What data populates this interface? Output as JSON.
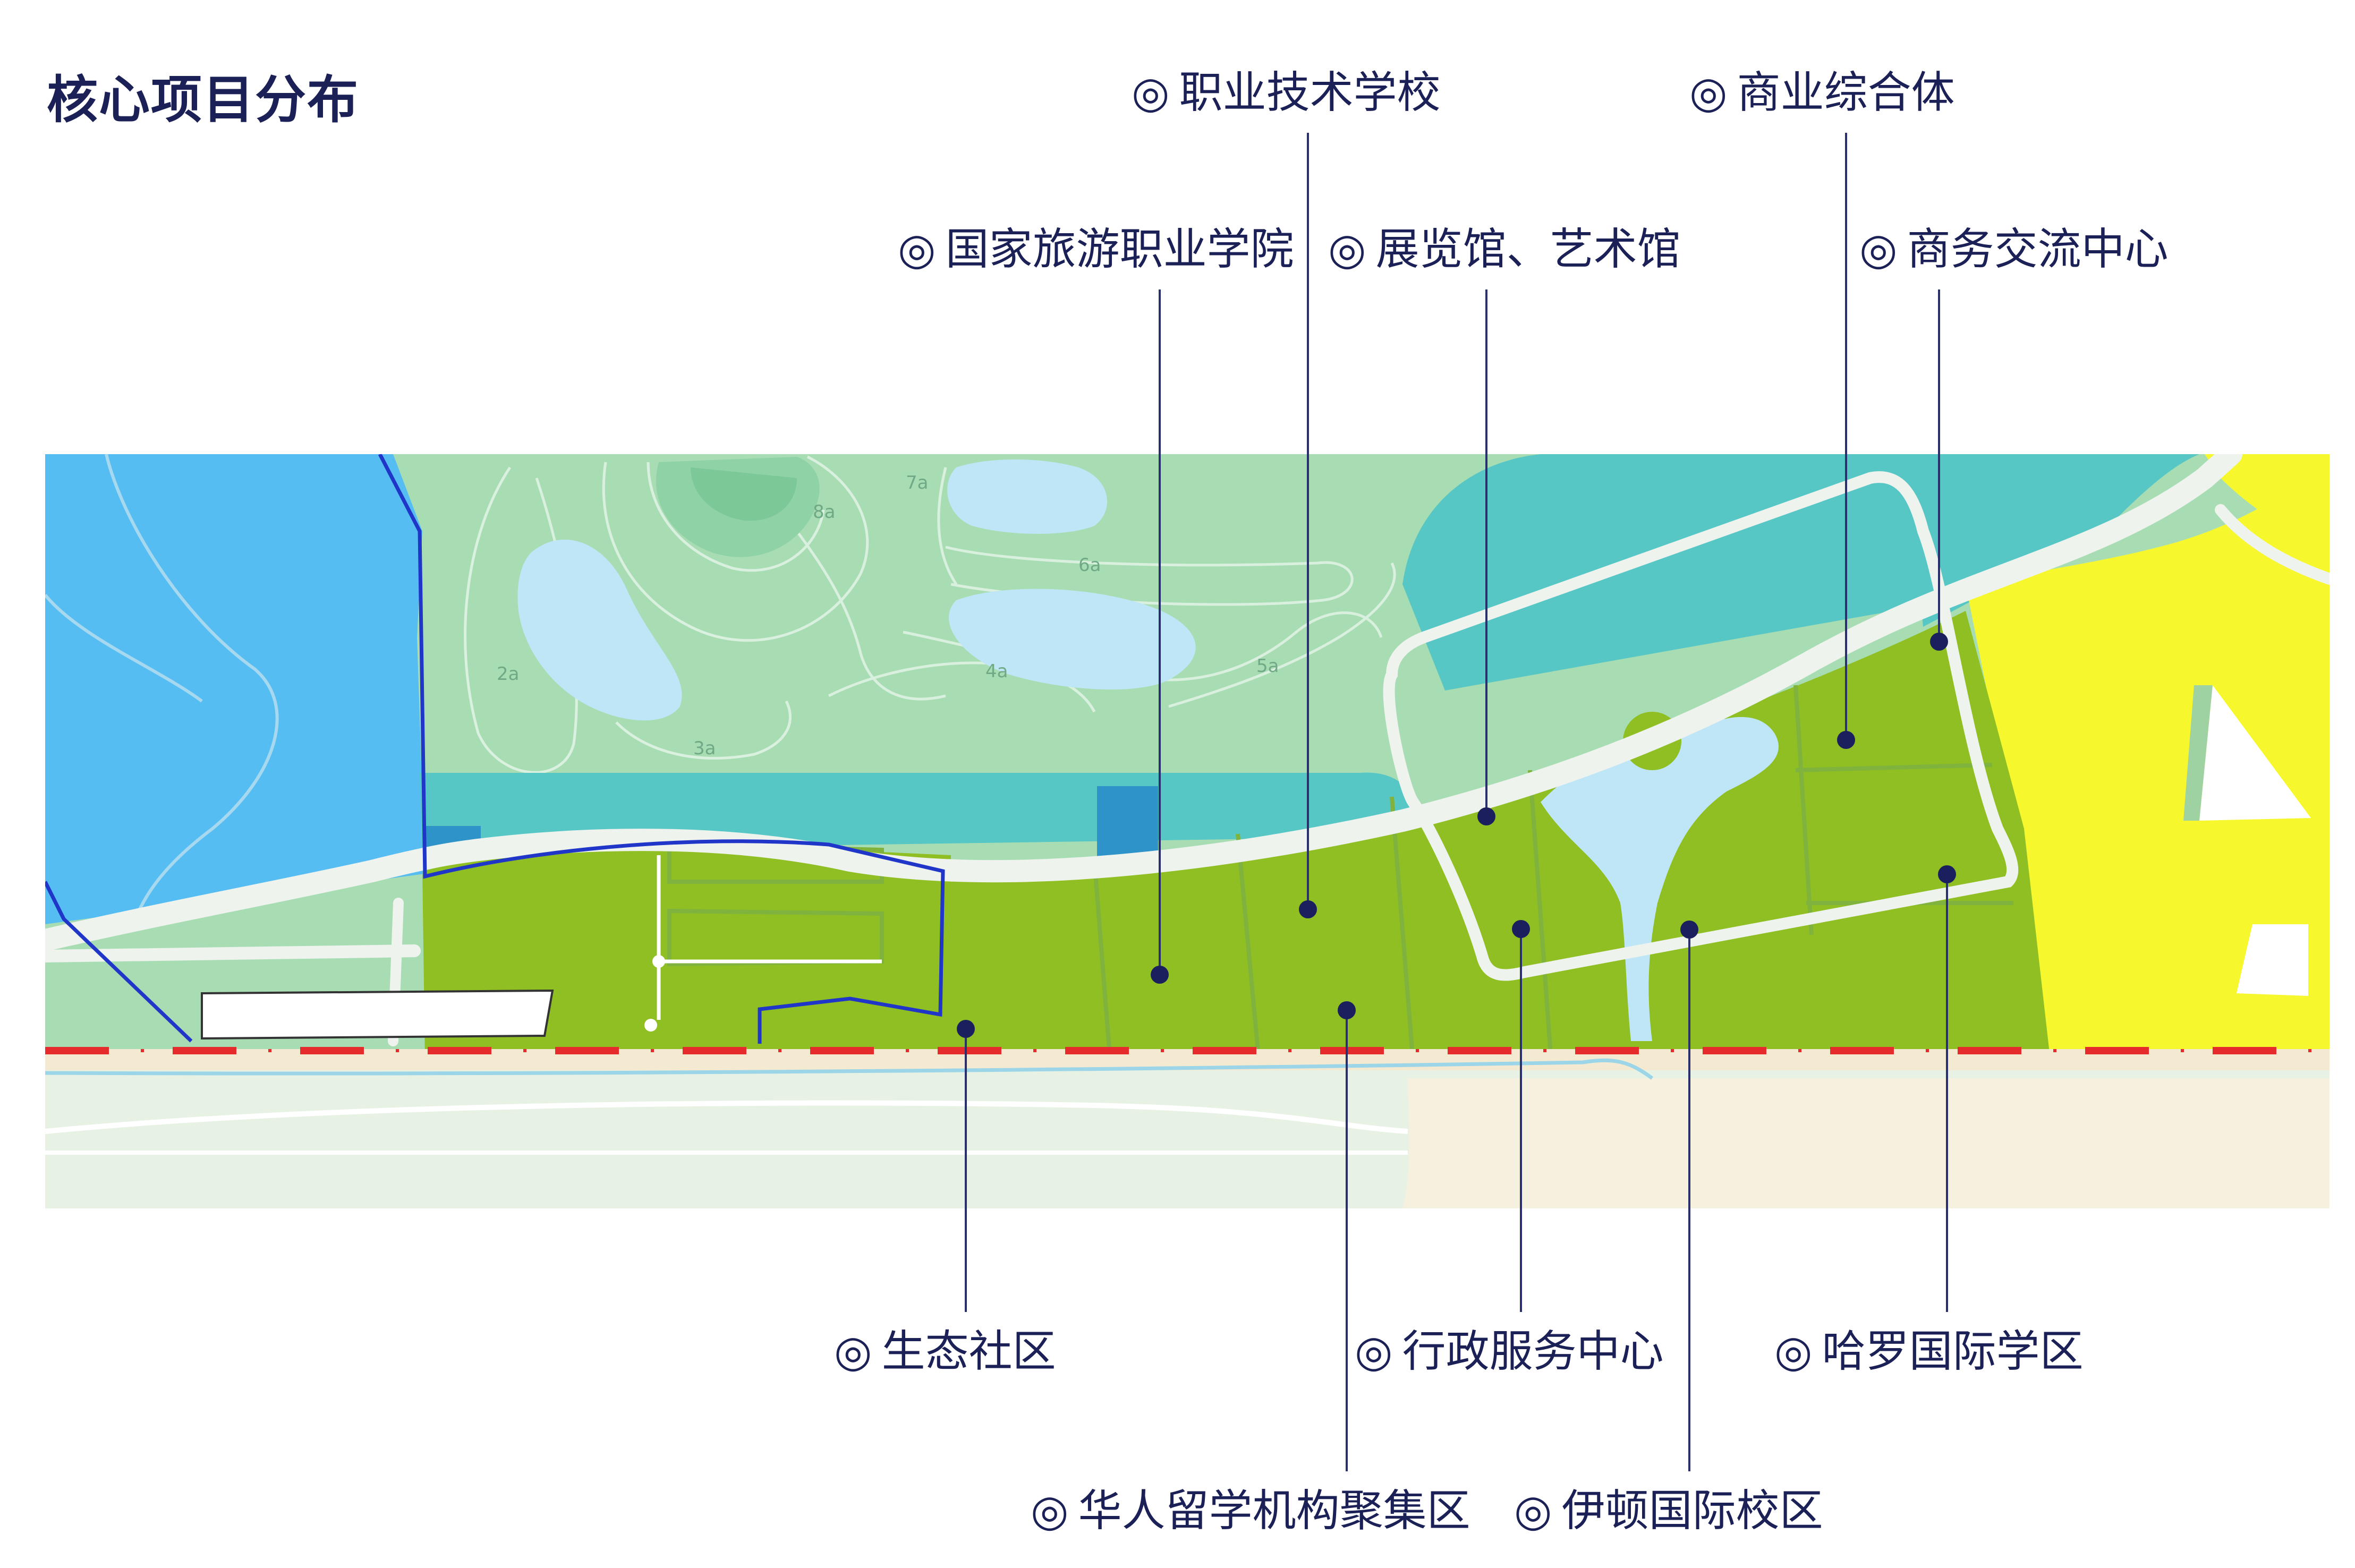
{
  "title": "核心项目分布",
  "marker_glyph": "◎",
  "colors": {
    "title": "#1b2157",
    "leader_line": "#2a2f6e",
    "point": "#1b1f5e",
    "water": "#56bdf2",
    "lake": "#bfe6f6",
    "golf": "#a8ddb4",
    "turquoise": "#56c7c5",
    "development": "#8fbf22",
    "yellow_zone": "#f7f72e",
    "road": "#eef3ee",
    "boundary": "#2036c8",
    "red_dash": "#e52b2b"
  },
  "map": {
    "hole_labels": [
      "2a",
      "3a",
      "4a",
      "5a",
      "6a",
      "7a",
      "8a"
    ]
  },
  "projects": [
    {
      "id": "vocational-school",
      "label": "职业技术学校"
    },
    {
      "id": "commercial-complex",
      "label": "商业综合体"
    },
    {
      "id": "tourism-college",
      "label": "国家旅游职业学院"
    },
    {
      "id": "exhibition-art",
      "label": "展览馆、艺术馆"
    },
    {
      "id": "business-exchange",
      "label": "商务交流中心"
    },
    {
      "id": "eco-community",
      "label": "生态社区"
    },
    {
      "id": "admin-service",
      "label": "行政服务中心"
    },
    {
      "id": "harrow-school",
      "label": "哈罗国际学区"
    },
    {
      "id": "study-abroad",
      "label": "华人留学机构聚集区"
    },
    {
      "id": "eton-campus",
      "label": "伊顿国际校区"
    }
  ]
}
